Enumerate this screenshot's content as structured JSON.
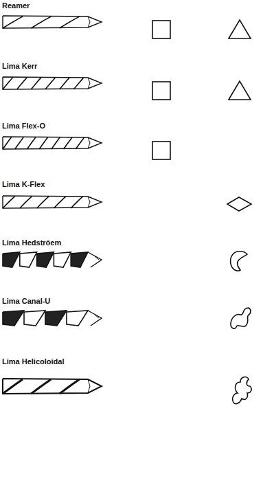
{
  "diagram": {
    "labels": [
      "Reamer",
      "Lima Kerr",
      "Lima Flex-O",
      "Lima K-Flex",
      "Lima Hedströem",
      "Lima Canal-U",
      "Lima Helicoloidal"
    ]
  }
}
